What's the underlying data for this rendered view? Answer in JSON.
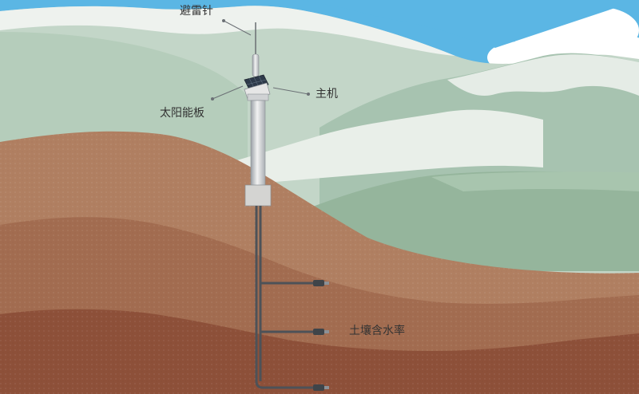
{
  "labels": {
    "lightning_rod": "避雷针",
    "solar_panel": "太阳能板",
    "host_unit": "主机",
    "soil_moisture": "土壤含水率"
  },
  "colors": {
    "sky": "#5bb6e4",
    "cloud": "#ffffff",
    "mountain_far": "#b8cfbf",
    "mountain_mid": "#a6c2b0",
    "snow": "#eef2ee",
    "hill_green": "#93b49b",
    "soil_top": "#b07f61",
    "soil_mid": "#a16b4f",
    "soil_deep": "#8c4f38",
    "pole": "#dcdcdc",
    "cable": "#555a60",
    "label_text": "#333333"
  },
  "icons": [
    "lightning-rod-icon",
    "solar-panel-icon",
    "host-unit-icon",
    "soil-sensor-icon"
  ]
}
